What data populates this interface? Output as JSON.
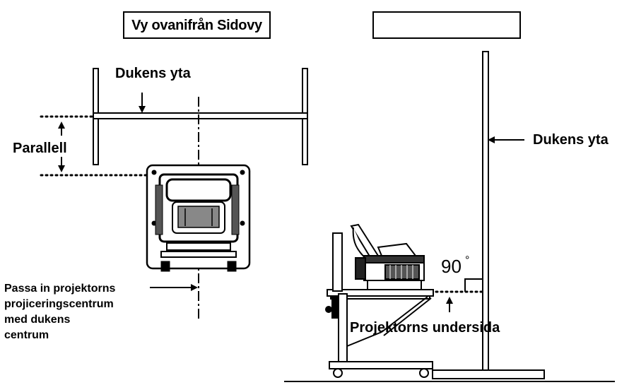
{
  "top_view_title": "Vy ovanifrån Sidovy",
  "side_view_title": "",
  "labels": {
    "screen_surface_top": "Dukens yta",
    "parallel": "Parallell",
    "align_center": "Passa in projektorns\nprojiceringscentrum\nmed dukens\ncentrum",
    "screen_surface_side": "Dukens yta",
    "angle": "90",
    "degree": "°",
    "projector_underside": "Projektorns undersida"
  }
}
